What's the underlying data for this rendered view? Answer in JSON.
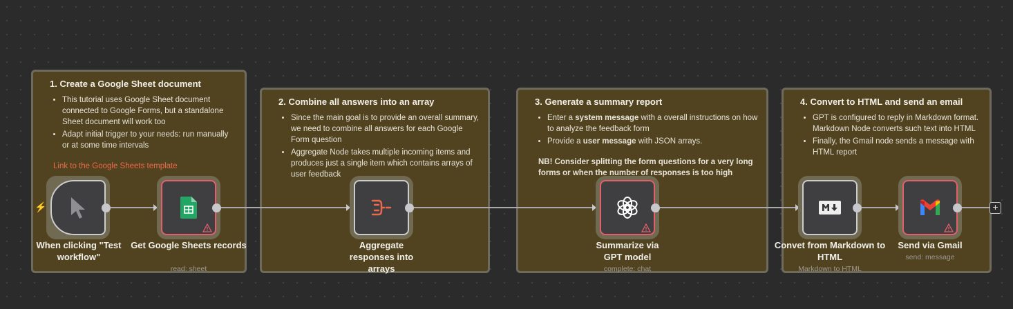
{
  "stickies": [
    {
      "title": "1. Create a Google Sheet document",
      "bullets": [
        "This tutorial uses Google Sheet document connected to Google Forms, but a standalone Sheet document will work too",
        "Adapt initial trigger to your needs: run manually or at some time intervals"
      ],
      "link": "Link to the Google Sheets template"
    },
    {
      "title": "2. Combine all answers into an array",
      "bullets": [
        "Since the main goal is to provide an overall summary, we need to combine all answers for each Google Form question",
        "Aggregate Node takes multiple incoming items and produces just a single item which contains arrays of user feedback"
      ]
    },
    {
      "title": "3. Generate a summary report",
      "b1_pre": "Enter a ",
      "b1_bold": "system message",
      "b1_post": " with a overall instructions on how to analyze the feedback form",
      "b2_pre": "Provide a ",
      "b2_bold": "user message",
      "b2_post": " with JSON arrays.",
      "nb": "NB! Consider splitting the form questions for a very long forms or when the number of responses is too high"
    },
    {
      "title": "4. Convert to HTML and send an email",
      "bullets": [
        "GPT is configured to reply in Markdown format. Markdown Node converts such text into HTML",
        "Finally, the Gmail node sends a message with HTML report"
      ]
    }
  ],
  "nodes": [
    {
      "name": "When clicking \"Test workflow\"",
      "icon": "cursor-icon"
    },
    {
      "name": "Get Google Sheets records",
      "subtitle": "read: sheet",
      "icon": "google-sheets-icon",
      "warning": true
    },
    {
      "name": "Aggregate responses into arrays",
      "icon": "aggregate-icon"
    },
    {
      "name": "Summarize via GPT model",
      "subtitle": "complete: chat",
      "icon": "openai-icon",
      "warning": true
    },
    {
      "name": "Convet from Markdown to HTML",
      "subtitle": "Markdown to HTML",
      "icon": "markdown-icon"
    },
    {
      "name": "Send via Gmail",
      "subtitle": "send: message",
      "icon": "gmail-icon",
      "warning": true
    }
  ],
  "colors": {
    "sticky": "#514320",
    "error": "#e2606a",
    "link": "#ec6a4c"
  }
}
